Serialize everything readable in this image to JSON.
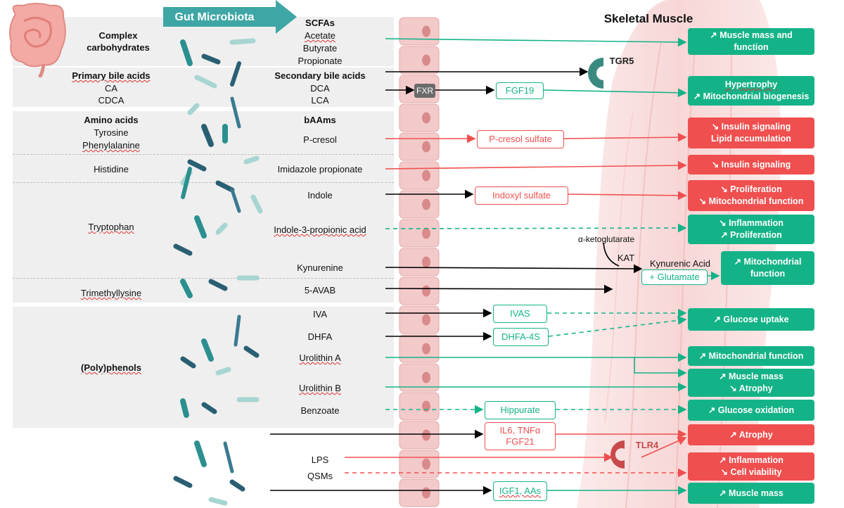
{
  "colors": {
    "green": "#14b387",
    "red": "#f04f4f",
    "panel": "#efefef",
    "gut_arrow": "#3fa6a6",
    "epithelium": "#f3caca",
    "receptor": "#3a8a80",
    "tlr4": "#c94a4a"
  },
  "header": {
    "gut_microbiota": "Gut Microbiota",
    "skeletal_muscle": "Skeletal Muscle"
  },
  "sections": {
    "complex_carbs": "Complex carbohydrates",
    "primary_bile": "Primary bile acids",
    "ca": "CA",
    "cdca": "CDCA",
    "amino_acids": "Amino acids",
    "tyrosine": "Tyrosine",
    "phenylalanine": "Phenylalanine",
    "histidine": "Histidine",
    "tryptophan": "Tryptophan",
    "trimethyllysine": "Trimethyllysine",
    "polyphenols": "(Poly)phenols"
  },
  "metabolites": {
    "scfas": "SCFAs",
    "acetate": "Acetate",
    "butyrate": "Butyrate",
    "propionate": "Propionate",
    "secondary_bile": "Secondary bile acids",
    "dca": "DCA",
    "lca": "LCA",
    "baams": "bAAms",
    "pcresol": "P-cresol",
    "imidazole": "Imidazole propionate",
    "indole": "Indole",
    "ipa": "Indole-3-propionic acid",
    "kynurenine": "Kynurenine",
    "avab": "5-AVAB",
    "iva": "IVA",
    "dhfa": "DHFA",
    "urolithin_a": "Urolithin A",
    "urolithin_b": "Urolithin B",
    "benzoate": "Benzoate",
    "lps": "LPS",
    "qsms": "QSMs"
  },
  "intermediates": {
    "fxr": "FXR",
    "fgf19": "FGF19",
    "pcresol_sulfate": "P-cresol sulfate",
    "indoxyl_sulfate": "Indoxyl sulfate",
    "ketoglutarate": "α-ketoglutarate",
    "kat": "KAT",
    "kynurenic_acid": "Kynurenic Acid",
    "glutamate": "+ Glutamate",
    "ivas": "IVAS",
    "dhfa4s": "DHFA-4S",
    "hippurate": "Hippurate",
    "il6": "IL6, TNFα",
    "fgf21": "FGF21",
    "igf1": "IGF1, AAs",
    "tgr5": "TGR5",
    "tlr4": "TLR4"
  },
  "outcomes": {
    "o1a": "↗ Muscle mass and",
    "o1b": "function",
    "o2a": "Hypertrophy",
    "o2b": "↗ Mitochondrial biogenesis",
    "o3a": "↘ Insulin signaling",
    "o3b": "Lipid accumulation",
    "o4a": "↘ Insulin signaling",
    "o5a": "↘ Proliferation",
    "o5b": "↘ Mitochondrial function",
    "o6a": "↘ Inflammation",
    "o6b": "↗ Proliferation",
    "o7a": "↗ Mitochondrial",
    "o7b": "function",
    "o8a": "↗ Glucose uptake",
    "o9a": "↗ Mitochondrial function",
    "o10a": "↗ Muscle mass",
    "o10b": "↘ Atrophy",
    "o11a": "↗ Glucose oxidation",
    "o12a": "↗ Atrophy",
    "o13a": "↗ Inflammation",
    "o13b": "↘ Cell viability",
    "o14a": "↗ Muscle mass"
  }
}
